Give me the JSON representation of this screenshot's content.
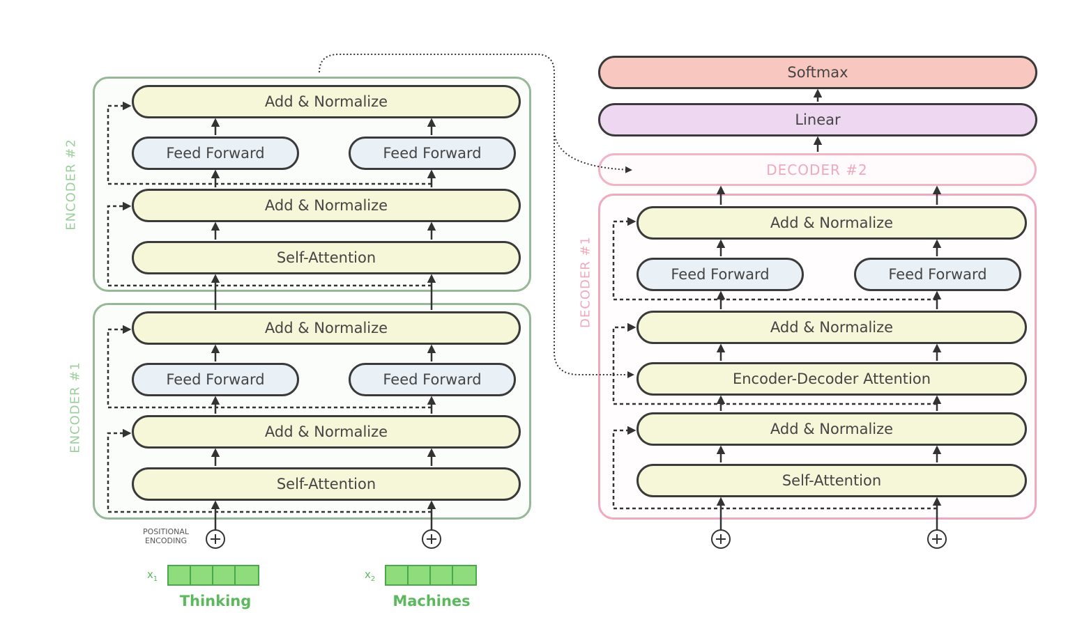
{
  "encoder2": {
    "label": "ENCODER #2",
    "add_norm_top": "Add & Normalize",
    "ff_left": "Feed Forward",
    "ff_right": "Feed Forward",
    "add_norm_mid": "Add & Normalize",
    "self_attention": "Self-Attention"
  },
  "encoder1": {
    "label": "ENCODER #1",
    "add_norm_top": "Add & Normalize",
    "ff_left": "Feed Forward",
    "ff_right": "Feed Forward",
    "add_norm_mid": "Add & Normalize",
    "self_attention": "Self-Attention"
  },
  "decoder_stack": {
    "softmax": "Softmax",
    "linear": "Linear",
    "decoder2_label": "DECODER #2"
  },
  "decoder1": {
    "label": "DECODER #1",
    "add_norm_top": "Add & Normalize",
    "ff_left": "Feed Forward",
    "ff_right": "Feed Forward",
    "add_norm_mid": "Add & Normalize",
    "enc_dec_attention": "Encoder-Decoder Attention",
    "add_norm_bottom": "Add & Normalize",
    "self_attention": "Self-Attention"
  },
  "inputs": {
    "positional_encoding_line1": "POSITIONAL",
    "positional_encoding_line2": "ENCODING",
    "x1": "x",
    "x1_sub": "1",
    "x2": "x",
    "x2_sub": "2",
    "word1": "Thinking",
    "word2": "Machines",
    "embedding_cells": 4
  },
  "colors": {
    "encoder_border": "#96b896",
    "decoder_border": "#f0a8bd",
    "add_normalize_fill": "#f6f7d9",
    "feed_forward_fill": "#e9f0f6",
    "softmax_fill": "#f7c7c0",
    "linear_fill": "#eed7f0",
    "embedding_fill": "#8fdc7d"
  }
}
